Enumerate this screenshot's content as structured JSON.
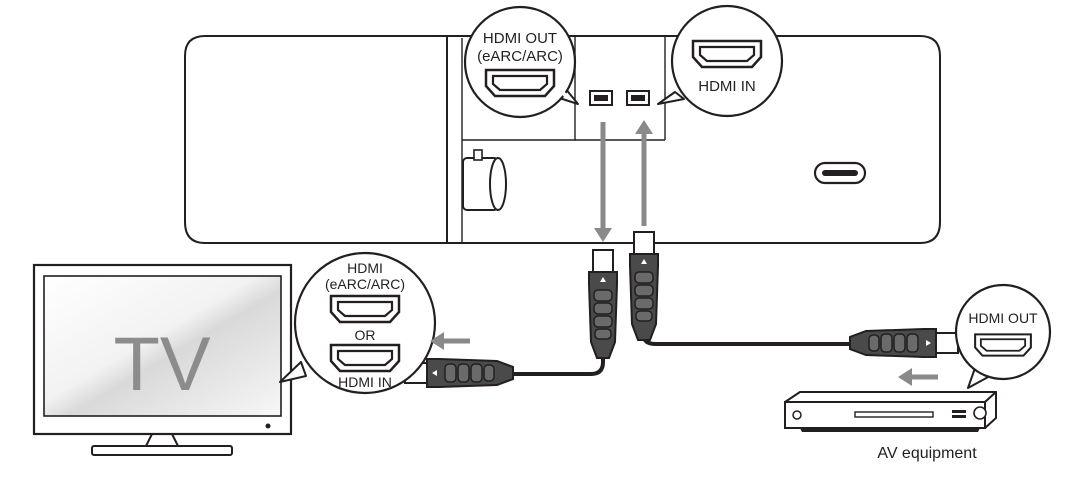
{
  "soundbar": {
    "callout_out_line1": "HDMI OUT",
    "callout_out_line2": "(eARC/ARC)",
    "callout_in": "HDMI IN"
  },
  "tv": {
    "screen_text": "TV",
    "callout_line1": "HDMI",
    "callout_line2": "(eARC/ARC)",
    "callout_or": "OR",
    "callout_in": "HDMI IN"
  },
  "av": {
    "callout_out": "HDMI OUT",
    "caption": "AV equipment"
  },
  "colors": {
    "line": "#231f20",
    "arrow": "#8a8a8a",
    "tv_text": "#8c8c8c",
    "connector": "#4a4a4a"
  }
}
